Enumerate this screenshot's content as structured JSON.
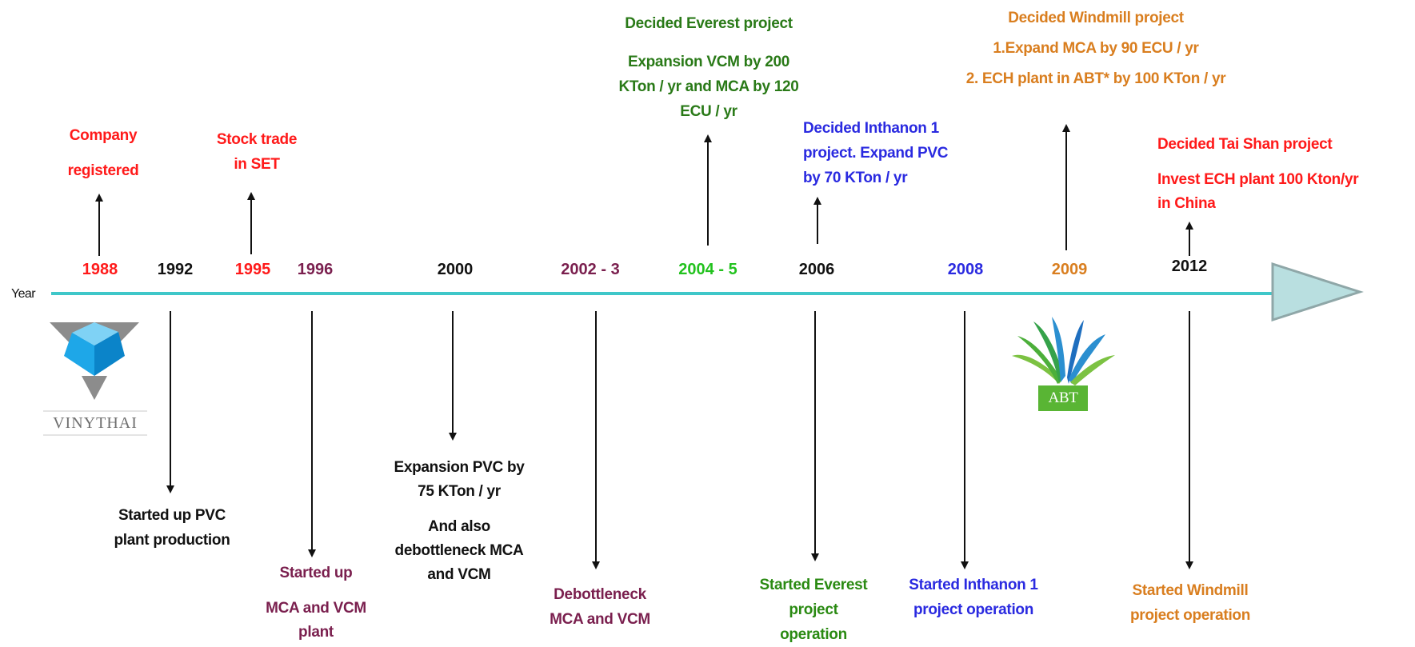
{
  "axis_label": "Year",
  "colors": {
    "timeline": "#3fc7c9",
    "arrowhead": "#b9dfe0",
    "red": "#ff1a1a",
    "black": "#111111",
    "plum": "#7a1f4e",
    "green": "#2a8a12",
    "blue": "#2a2ae0",
    "orange": "#d97e1f"
  },
  "years": [
    "1988",
    "1992",
    "1995",
    "1996",
    "2000",
    "2002 - 3",
    "2004 - 5",
    "2006",
    "2008",
    "2009",
    "2012"
  ],
  "above": {
    "y1988": [
      "Company",
      "registered"
    ],
    "y1995": [
      "Stock trade",
      "in SET"
    ],
    "y2004": [
      "Decided Everest project",
      "Expansion VCM by 200",
      "KTon / yr and MCA by 120",
      "ECU / yr"
    ],
    "y2006": [
      "Decided Inthanon 1",
      "project. Expand PVC",
      "by 70 KTon / yr"
    ],
    "y2009": [
      "Decided Windmill project",
      "1.Expand MCA by 90 ECU / yr",
      "2. ECH plant in ABT* by 100 KTon / yr"
    ],
    "y2012": [
      "Decided Tai Shan project",
      "Invest ECH plant 100 Kton/yr",
      "in China"
    ]
  },
  "below": {
    "y1992": [
      "Started up PVC",
      "plant production"
    ],
    "y1996": [
      "Started up",
      "MCA and VCM",
      "plant"
    ],
    "y2000": [
      "Expansion PVC by",
      "75 KTon / yr",
      "And also",
      "debottleneck MCA",
      "and VCM"
    ],
    "y2002": [
      "Debottleneck",
      "MCA and VCM"
    ],
    "y2006": [
      "Started Everest",
      "project",
      "operation"
    ],
    "y2008": [
      "Started Inthanon 1",
      "project operation"
    ],
    "y2012": [
      "Started Windmill",
      "project operation"
    ]
  },
  "logos": {
    "vinythai": "VINYTHAI",
    "abt": "ABT"
  }
}
